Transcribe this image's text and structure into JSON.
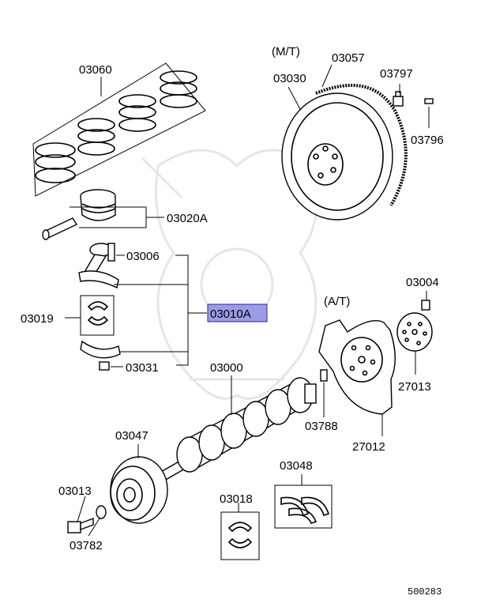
{
  "parts": {
    "p03060": "03060",
    "p03020A": "03020A",
    "p03006": "03006",
    "p03019": "03019",
    "p03010A": "03010A",
    "p03031": "03031",
    "p03030": "03030",
    "p03057": "03057",
    "p03797": "03797",
    "p03796": "03796",
    "p03004": "03004",
    "p27013": "27013",
    "p03000": "03000",
    "p03788": "03788",
    "p27012": "27012",
    "p03047": "03047",
    "p03048": "03048",
    "p03013": "03013",
    "p03018": "03018",
    "p03782": "03782"
  },
  "variants": {
    "manual": "(M/T)",
    "auto": "(A/T)"
  },
  "diagram_id": "500283",
  "highlight_color": "#9b9be8"
}
